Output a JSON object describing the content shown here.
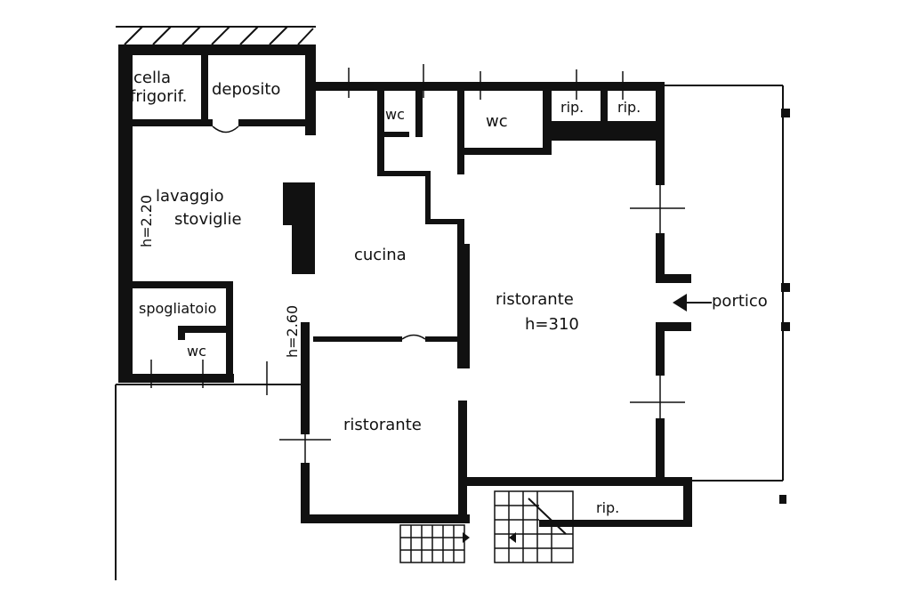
{
  "labels": {
    "cella": "cella",
    "frigorif": "frigorif.",
    "deposito": "deposito",
    "wc_1": "wc",
    "wc_2": "wc",
    "rip_1": "rip.",
    "rip_2": "rip.",
    "lavaggio": "lavaggio",
    "stoviglie": "stoviglie",
    "h_220": "h=2.20",
    "cucina": "cucina",
    "ristorante_main": "ristorante",
    "h_310": "h=310",
    "portico": "portico",
    "spogliatoio": "spogliatoio",
    "wc_3": "wc",
    "h_260": "h=2.60",
    "ristorante_lower": "ristorante",
    "rip_3": "rip."
  },
  "colors": {
    "ink": "#111111",
    "paper": "#ffffff"
  },
  "icons": {
    "entrance": "arrow-left-icon",
    "stairs": "stairs-icon"
  }
}
